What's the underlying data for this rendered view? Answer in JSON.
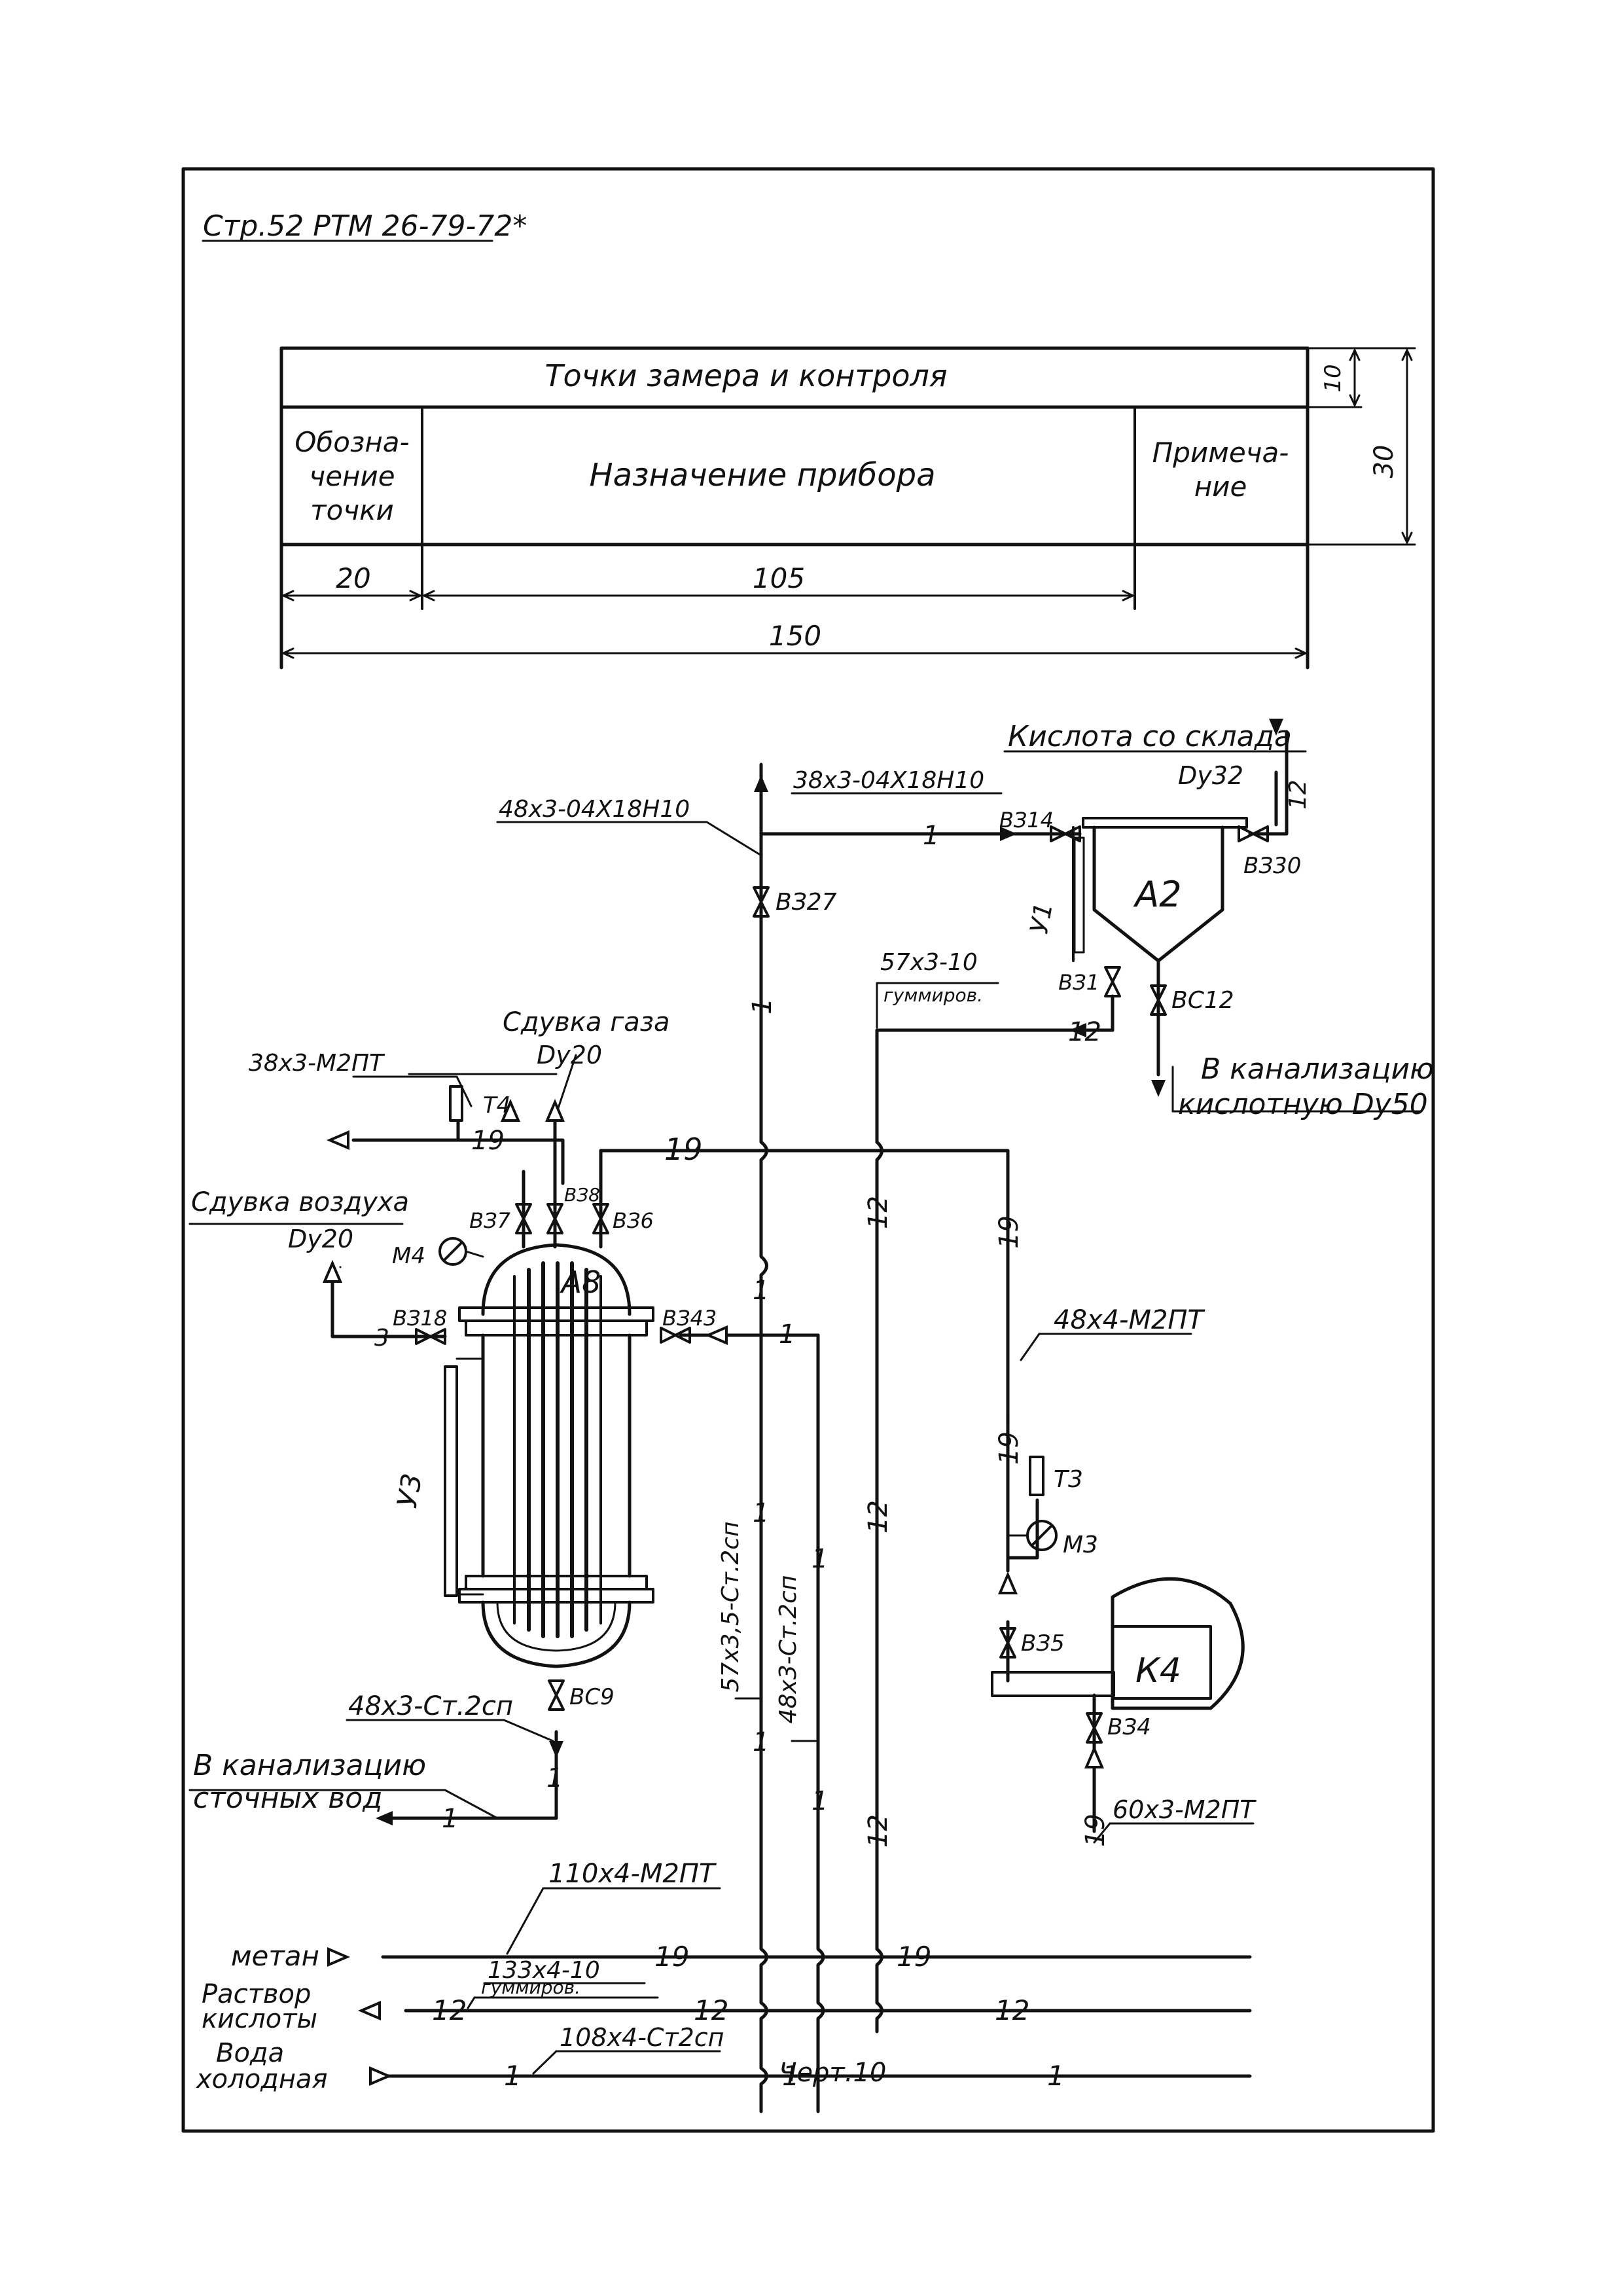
{
  "header": {
    "code": "Стр.52 РТМ 26-79-72*"
  },
  "table": {
    "title": "Точки замера и контроля",
    "col_point": [
      "Обозна-",
      "чение",
      "точки"
    ],
    "col_purpose": "Назначение прибора",
    "col_note": [
      "Примеча-",
      "ние"
    ],
    "dim_20": "20",
    "dim_105": "105",
    "dim_150": "150",
    "dim_10": "10",
    "dim_30": "30"
  },
  "equipment": {
    "a2": "А2",
    "a8": "А8",
    "k4": "К4"
  },
  "instruments": {
    "u1": "У1",
    "u3": "У3",
    "t4": "Т4",
    "t3": "Т3",
    "m4": "М4",
    "m3": "М3"
  },
  "valves": {
    "v27": "ВЗ27",
    "v14": "ВЗ14",
    "v30": "ВЗ30",
    "v1": "ВЗ1",
    "v12": "ВС12",
    "v7": "ВЗ7",
    "v8": "ВЗ8",
    "v6": "ВЗ6",
    "v18": "ВЗ18",
    "v43": "ВЗ43",
    "v9": "ВС9",
    "v5": "ВЗ5",
    "v4": "ВЗ4"
  },
  "labels": {
    "acid_store": "Кислота со склада",
    "acid_store_dy": "Dy32",
    "pipe_48_04": "48x3-04Х18Н10",
    "pipe_38_04": "38x3-04Х18Н10",
    "pipe_57_10": "57x3-10",
    "rubber": "гуммиров.",
    "sewer_acid_1": "В канализацию",
    "sewer_acid_2": "кислотную Dy50",
    "gas_blow": "Сдувка газа",
    "gas_blow_dy": "Dy20",
    "pipe_38_m2": "38x3-М2ПТ",
    "air_blow": "Сдувка воздуха",
    "air_blow_dy": "Dy20",
    "pipe_48_4": "48x4-М2ПТ",
    "pipe_57_35": "57x3,5-Ст.2сп",
    "pipe_48_st": "48x3-Ст.2сп",
    "pipe_48_st_b": "48x3-Ст.2сп",
    "sewer_waste_1": "В канализацию",
    "sewer_waste_2": "сточных вод",
    "pipe_110": "110x4-М2ПТ",
    "pipe_60": "60x3-М2ПТ",
    "pipe_133": "133x4-10",
    "rubber2": "гуммиров.",
    "pipe_108": "108x4-Ст2сп",
    "methane": "метан",
    "acid_sol_1": "Раствор",
    "acid_sol_2": "кислоты",
    "water_1": "Вода",
    "water_2": "холодная",
    "caption": "Черт.10"
  },
  "line_numbers": {
    "n1": "1",
    "n12": "12",
    "n19": "19",
    "n3": "3"
  }
}
